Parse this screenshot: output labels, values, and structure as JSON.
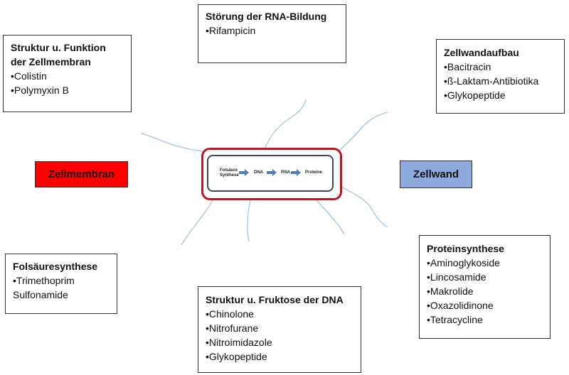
{
  "center": {
    "steps": [
      "Folsäure\nSynthese",
      "DNA",
      "RNA",
      "Proteine"
    ]
  },
  "labels": {
    "membrane": "Zellmembran",
    "wall": "Zellwand"
  },
  "colors": {
    "membrane": "#ff0000",
    "wall": "#8ea9db",
    "border_red": "#c0141e",
    "connector": "#a7c4dd"
  },
  "boxes": {
    "rna": {
      "title": "Störung der RNA-Bildung",
      "items": [
        "Rifampicin"
      ]
    },
    "membrane_fn": {
      "title": "Struktur u. Funktion\nder Zellmembran",
      "items": [
        "Colistin",
        "Polymyxin B"
      ]
    },
    "cellwall": {
      "title": "Zellwandaufbau",
      "items": [
        "Bacitracin",
        "ß-Laktam-Antibiotika",
        "Glykopeptide"
      ]
    },
    "folate": {
      "title": "Folsäuresynthese",
      "items": [
        "Trimethoprim",
        "Sulfonamide"
      ]
    },
    "dna": {
      "title": "Struktur u. Fruktose der DNA",
      "items": [
        "Chinolone",
        "Nitrofurane",
        "Nitroimidazole",
        "Glykopeptide"
      ]
    },
    "protein": {
      "title": "Proteinsynthese",
      "items": [
        "Aminoglykoside",
        "Lincosamide",
        "Makrolide",
        "Oxazolidinone",
        "Tetracycline"
      ]
    }
  }
}
